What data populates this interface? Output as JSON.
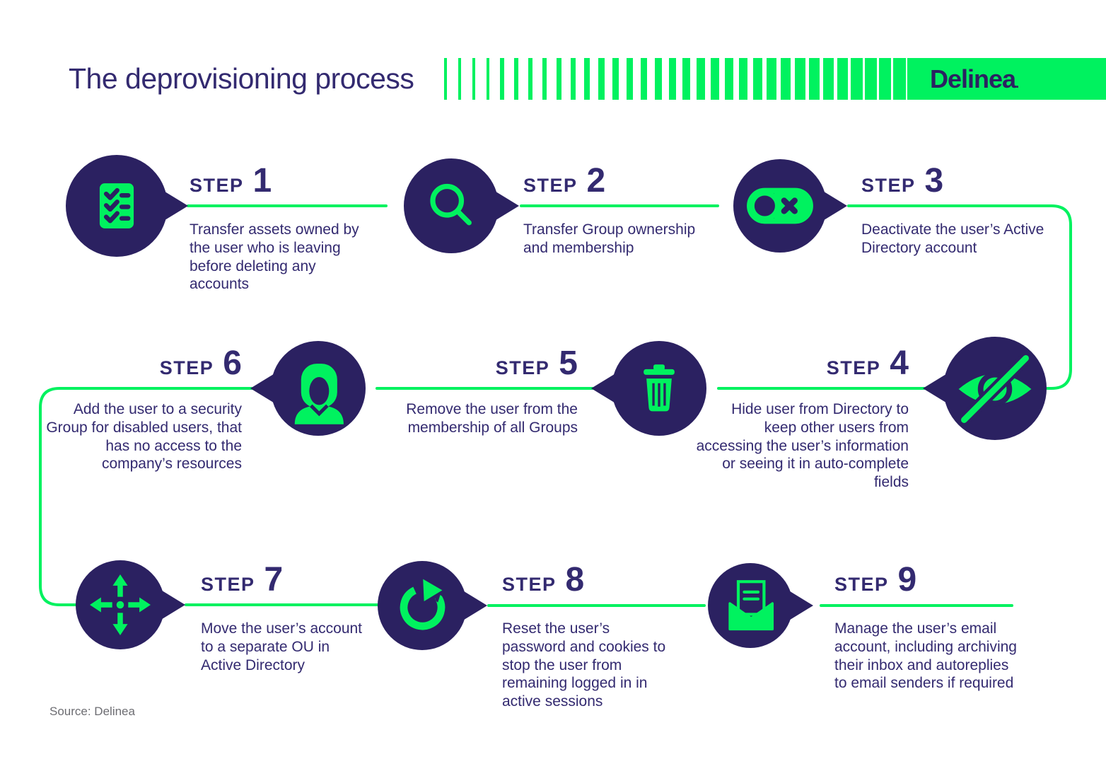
{
  "page": {
    "title": "The deprovisioning process",
    "source": "Source: Delinea",
    "brand": {
      "logo": "Delinea",
      "mark": "."
    }
  },
  "colors": {
    "navy": "#2B2161",
    "green": "#00F25F",
    "text": "#332A70",
    "source_gray": "#6d6d72",
    "background": "#ffffff"
  },
  "steps": [
    {
      "label": "STEP",
      "number": "1",
      "icon": "checklist-icon",
      "description": "Transfer assets owned by the user who is leaving before deleting any accounts"
    },
    {
      "label": "STEP",
      "number": "2",
      "icon": "magnifier-icon",
      "description": "Transfer Group ownership and membership"
    },
    {
      "label": "STEP",
      "number": "3",
      "icon": "toggle-off-icon",
      "description": "Deactivate the user’s Active Directory account"
    },
    {
      "label": "STEP",
      "number": "4",
      "icon": "eye-slash-icon",
      "description": "Hide user from Directory to keep other users from accessing the user’s information or seeing it in auto-complete fields"
    },
    {
      "label": "STEP",
      "number": "5",
      "icon": "trash-icon",
      "description": "Remove the user from the membership of all Groups"
    },
    {
      "label": "STEP",
      "number": "6",
      "icon": "person-icon",
      "description": "Add the user to a security Group for disabled users, that has no access to the company’s resources"
    },
    {
      "label": "STEP",
      "number": "7",
      "icon": "move-arrows-icon",
      "description": "Move the user’s account to a separate OU in Active Directory"
    },
    {
      "label": "STEP",
      "number": "8",
      "icon": "refresh-icon",
      "description": "Reset the user’s password and cookies to stop the user from remaining logged in in active sessions"
    },
    {
      "label": "STEP",
      "number": "9",
      "icon": "open-mail-icon",
      "description": "Manage the user’s email account, including archiving their inbox and autoreplies to email senders if required"
    }
  ]
}
